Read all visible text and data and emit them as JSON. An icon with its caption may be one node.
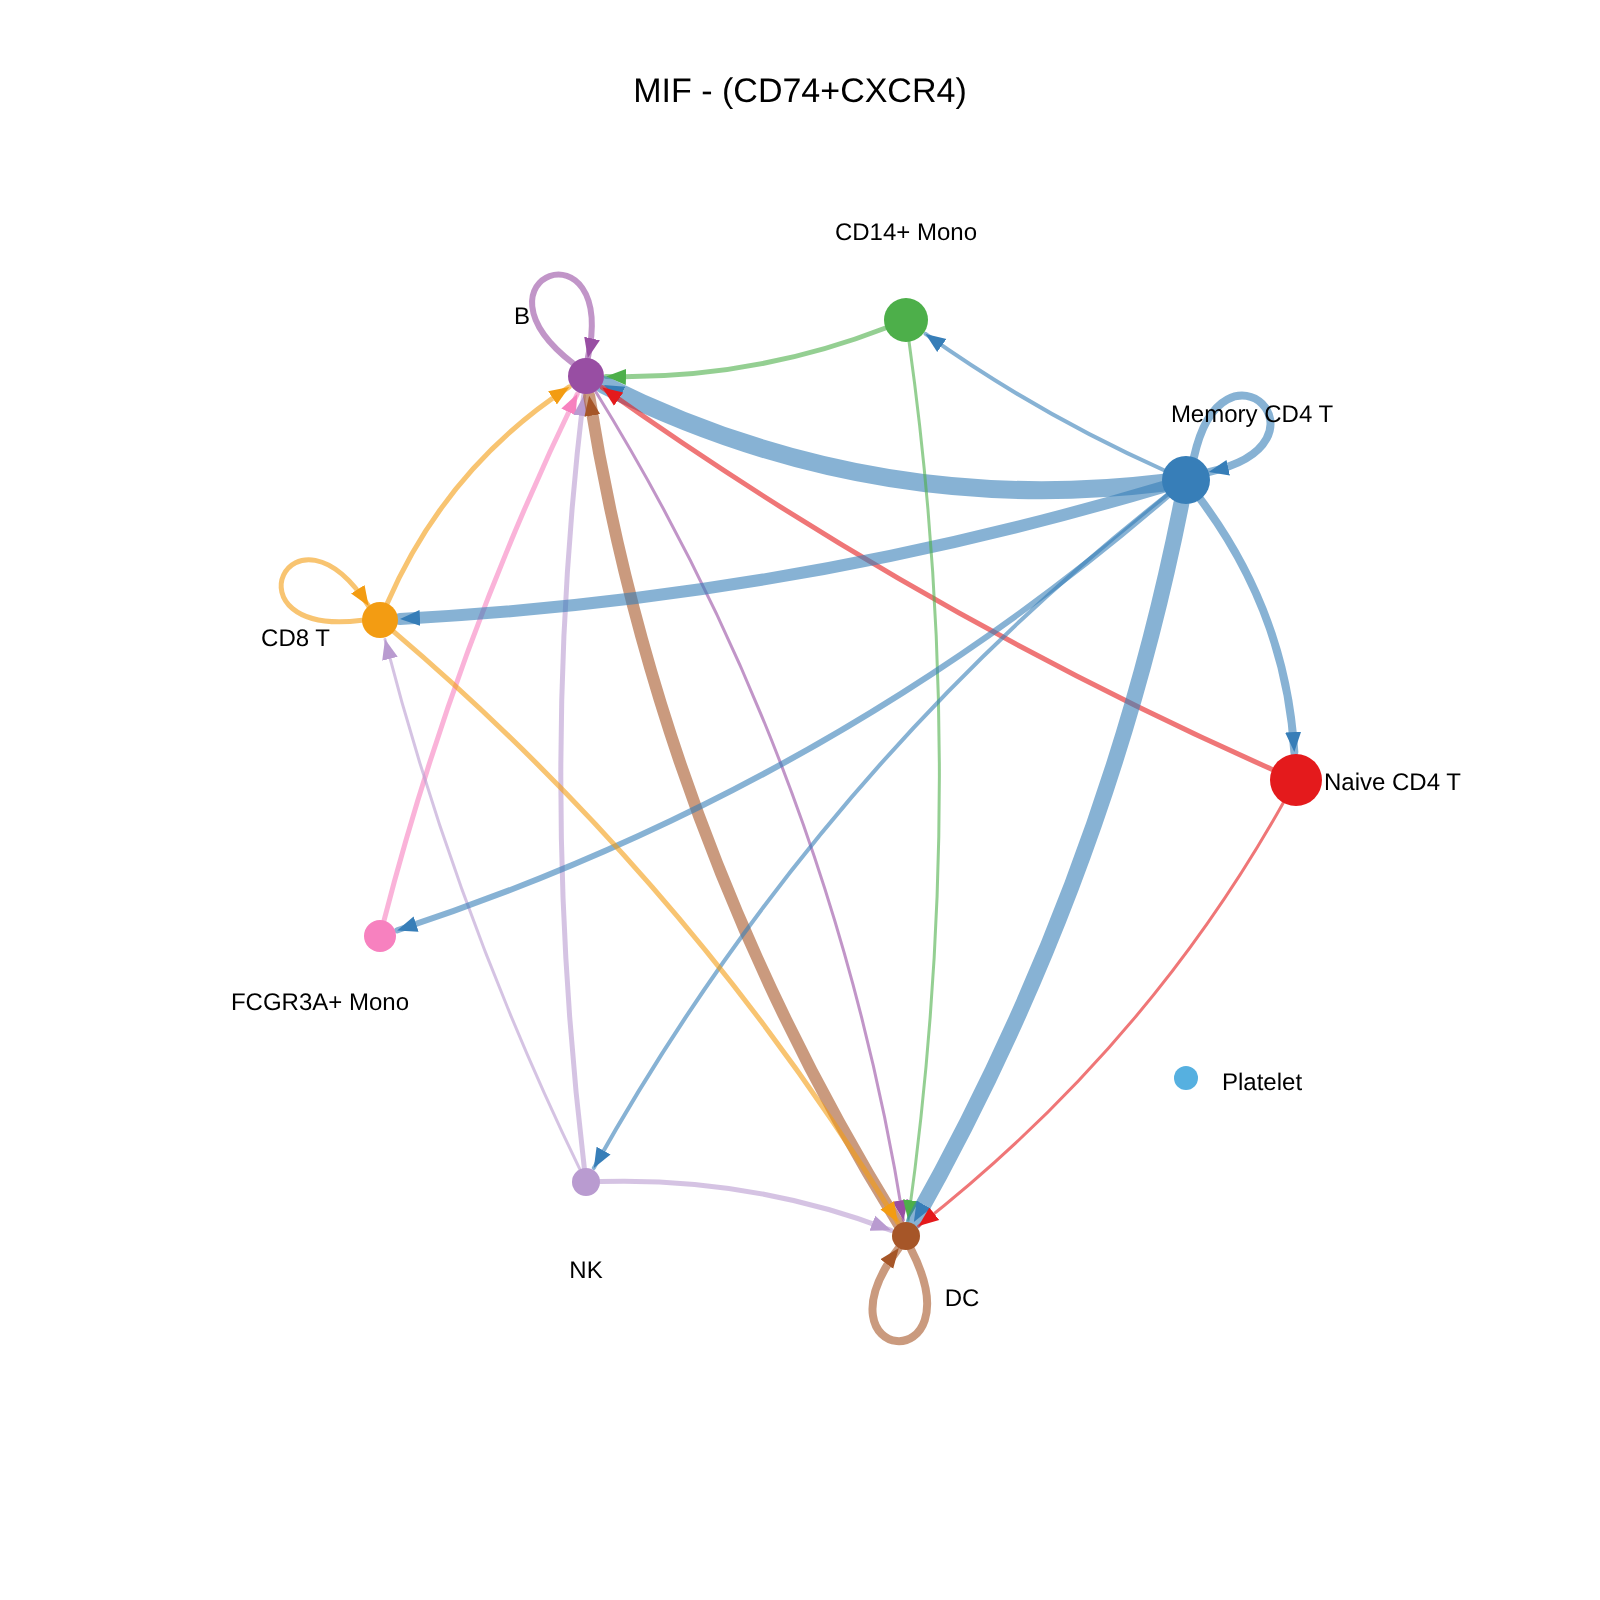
{
  "diagram": {
    "title": "MIF - (CD74+CXCR4)",
    "nodes": [
      {
        "text": [
          "B"
        ]
      },
      {
        "text": [
          "CD14+ Mono"
        ]
      },
      {
        "text": [
          "Memory CD4 T"
        ]
      },
      {
        "text": [
          "Naive CD4 T"
        ]
      },
      {
        "text": [
          "Platelet"
        ]
      },
      {
        "text": [
          "DC"
        ]
      },
      {
        "text": [
          "NK"
        ]
      },
      {
        "text": [
          "FCGR3A+ Mono"
        ]
      },
      {
        "text": [
          "CD8 T"
        ]
      }
    ],
    "edges": [
      {
        "from": 0,
        "to": 0,
        "arrow": "to",
        "color": "#984ea3"
      },
      {
        "from": 1,
        "to": 0,
        "arrow": "to",
        "color": "#4daf4a"
      },
      {
        "from": 2,
        "to": 0,
        "arrow": "to",
        "style": "thick"
      },
      {
        "from": 3,
        "to": 0,
        "arrow": "to",
        "color": "#e41a1c"
      },
      {
        "from": 8,
        "to": 0,
        "arrow": "to",
        "color": "#f39c12"
      },
      {
        "from": 7,
        "to": 0,
        "arrow": "to",
        "color": "#f781bf"
      },
      {
        "from": 6,
        "to": 0,
        "arrow": "to",
        "color": "#b99bd0"
      },
      {
        "from": 5,
        "to": 0,
        "arrow": "to",
        "style": "thick",
        "color": "#a65628"
      },
      {
        "from": 0,
        "to": 5,
        "arrow": "to",
        "color": "#984ea3"
      },
      {
        "from": 8,
        "to": 8,
        "arrow": "to",
        "color": "#f39c12"
      },
      {
        "from": 2,
        "to": 8,
        "arrow": "to",
        "style": "thick"
      },
      {
        "from": 6,
        "to": 8,
        "arrow": "to",
        "color": "#b99bd0"
      },
      {
        "from": 2,
        "to": 1,
        "arrow": "to"
      },
      {
        "from": 1,
        "to": 5,
        "arrow": "to",
        "color": "#4daf4a"
      },
      {
        "from": 2,
        "to": 2,
        "arrow": "to"
      },
      {
        "from": 2,
        "to": 3,
        "arrow": "to"
      },
      {
        "from": 2,
        "to": 7,
        "arrow": "to"
      },
      {
        "from": 2,
        "to": 6,
        "arrow": "to"
      },
      {
        "from": 2,
        "to": 5,
        "arrow": "to",
        "style": "thick"
      },
      {
        "from": 3,
        "to": 5,
        "arrow": "to",
        "color": "#e41a1c"
      },
      {
        "from": 8,
        "to": 5,
        "arrow": "to",
        "color": "#f39c12"
      },
      {
        "from": 6,
        "to": 5,
        "arrow": "to",
        "color": "#b99bd0"
      },
      {
        "from": 5,
        "to": 5,
        "arrow": "to",
        "color": "#a65628"
      }
    ]
  }
}
